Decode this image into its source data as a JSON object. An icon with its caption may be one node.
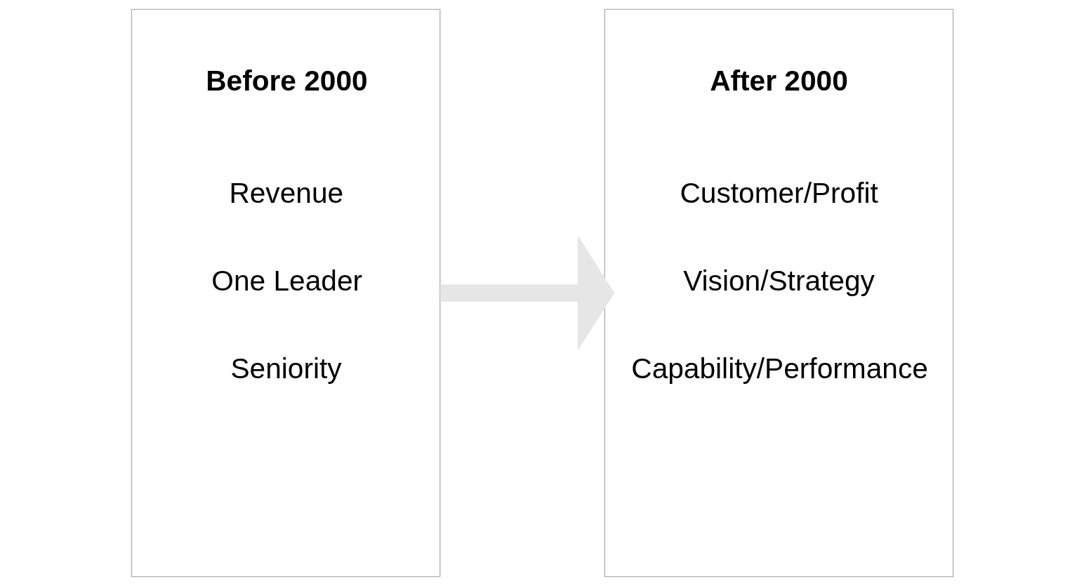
{
  "diagram": {
    "nodes": [
      {
        "text": [
          "Before 2000",
          "Revenue",
          "One Leader",
          "Seniority"
        ]
      },
      {
        "text": [
          "After 2000",
          "Customer/Profit",
          "Vision/Strategy",
          "Capability/Performance"
        ]
      }
    ],
    "edges": [
      {
        "from": 0,
        "to": 1,
        "arrow": "to",
        "color": "#e6e6e6"
      }
    ]
  }
}
